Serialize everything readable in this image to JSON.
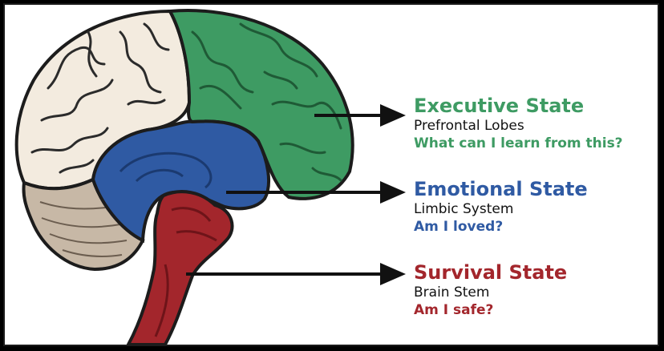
{
  "colors": {
    "executive": "#3e9b63",
    "emotional": "#2f5aa3",
    "survival": "#a3262c",
    "cortex": "#f3ebdf",
    "cerebellum": "#c7b8a6",
    "outline": "#1c1c1c"
  },
  "states": [
    {
      "title": "Executive State",
      "region": "Prefrontal Lobes",
      "question": "What can I learn from this?"
    },
    {
      "title": "Emotional State",
      "region": "Limbic System",
      "question": "Am I loved?"
    },
    {
      "title": "Survival State",
      "region": "Brain Stem",
      "question": "Am I safe?"
    }
  ]
}
